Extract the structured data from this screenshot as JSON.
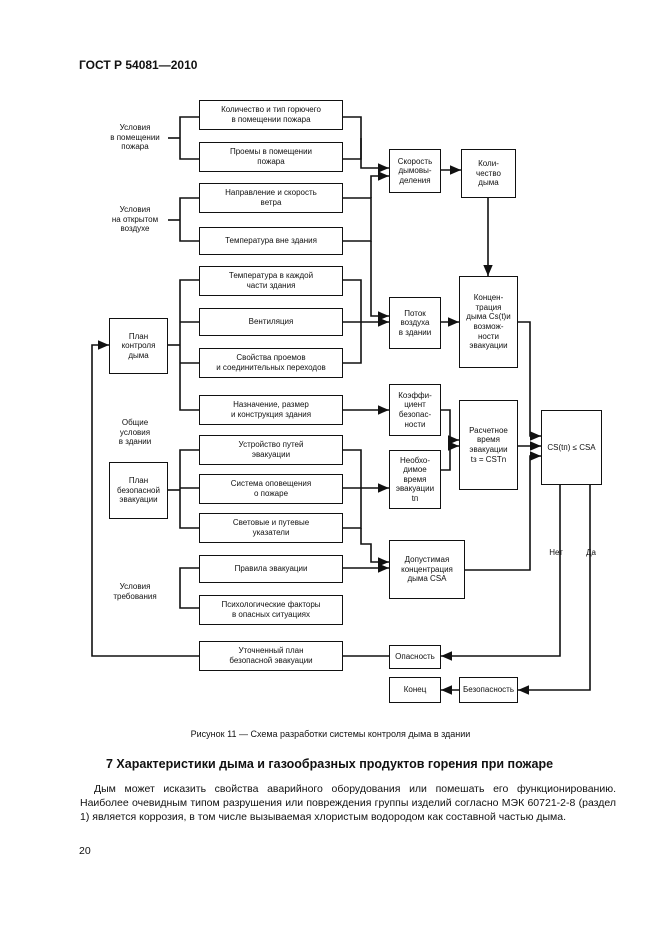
{
  "header": {
    "standard": "ГОСТ Р 54081—2010"
  },
  "diagram": {
    "group_labels": {
      "room": "Условия\nв помещении\nпожара",
      "outdoor": "Условия\nна открытом\nвоздухе",
      "general": "Общие\nусловия\nв здании",
      "requirements": "Условия\nтребования"
    },
    "left": {
      "smoke_plan": "План\nконтроля\nдыма",
      "evac_plan": "План\nбезопасной\nэвакуации"
    },
    "factors": {
      "fuel": "Количество и тип горючего\nв помещении пожара",
      "openings": "Проемы в помещении\nпожара",
      "wind": "Направление и скорость\nветра",
      "outside_temp": "Температура вне здания",
      "inside_temp": "Температура в каждой\nчасти здания",
      "ventilation": "Вентиляция",
      "passages": "Свойства проемов\nи соединительных переходов",
      "purpose": "Назначение, размер\nи конструкция здания",
      "evac_routes": "Устройство путей\nэвакуации",
      "alarm": "Система оповещения\nо пожаре",
      "signs": "Световые и путевые\nуказатели",
      "rules": "Правила эвакуации",
      "psych": "Психологические факторы\nв опасных ситуациях",
      "refined_plan": "Уточненный план\nбезопасной эвакуации"
    },
    "mid": {
      "smoke_rate": "Скорость\nдымовы-\nделения",
      "smoke_qty": "Коли-\nчество\nдыма",
      "airflow": "Поток\nвоздуха\nв здании",
      "concentration": "Концен-\nтрация\nдыма Cs(t)и\nвозмож-\nности\nэвакуации",
      "coefficient": "Коэффи-\nциент\nбезопас-\nности",
      "required_time": "Необхо-\nдимое\nвремя\nэвакуации\ntп",
      "calc_time": "Расчетное\nвремя\nэвакуации\ntз = CSTn",
      "allowed_conc": "Допустимая\nконцентрация\nдыма CSA",
      "compare": "CS(tп) ≤ CSA",
      "danger": "Опасность",
      "safety": "Безопасность",
      "end": "Конец"
    },
    "branches": {
      "no": "Нет",
      "yes": "Да"
    }
  },
  "figure_caption": "Рисунок 11 — Схема разработки системы контроля дыма в здании",
  "section": {
    "title": "7 Характеристики дыма и газообразных продуктов горения при пожаре",
    "paragraph": "Дым может исказить свойства аварийного оборудования или помешать его функционированию. Наиболее очевидным типом разрушения или повреждения группы изделий согласно МЭК 60721-2-8 (раздел 1) является коррозия, в том числе вызываемая хлористым водородом как составной частью дыма."
  },
  "page_number": "20"
}
